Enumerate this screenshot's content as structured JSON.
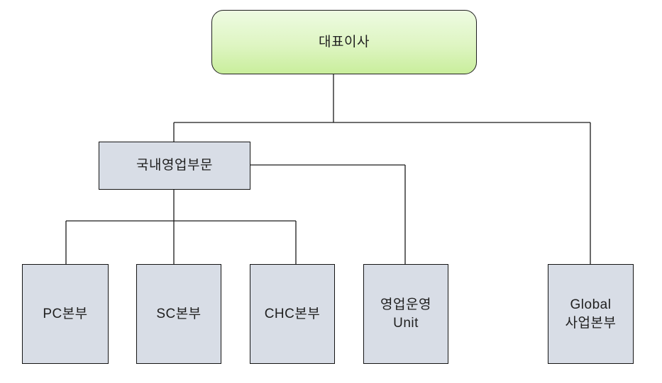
{
  "colors": {
    "background": "#ffffff",
    "line": "#1a1a1a",
    "text": "#1f1f1f",
    "ceo_fill_top": "#eefbe2",
    "ceo_fill_bottom": "#c9ee9c",
    "ceo_border": "#1f1f1f",
    "dept_fill": "#d8dde6",
    "dept_border": "#141414"
  },
  "org_chart": {
    "type": "organization-chart",
    "nodes": {
      "ceo": {
        "label": "대표이사",
        "role": "root"
      },
      "domestic_sales": {
        "label": "국내영업부문",
        "parent": "ceo"
      },
      "pc": {
        "label": "PC본부",
        "parent": "domestic_sales"
      },
      "sc": {
        "label": "SC본부",
        "parent": "domestic_sales"
      },
      "chc": {
        "label": "CHC본부",
        "parent": "domestic_sales"
      },
      "sales_ops": {
        "line1": "영업운영",
        "line2": "Unit",
        "parent": "domestic_sales"
      },
      "global": {
        "line1": "Global",
        "line2": "사업본부",
        "parent": "ceo"
      }
    }
  }
}
